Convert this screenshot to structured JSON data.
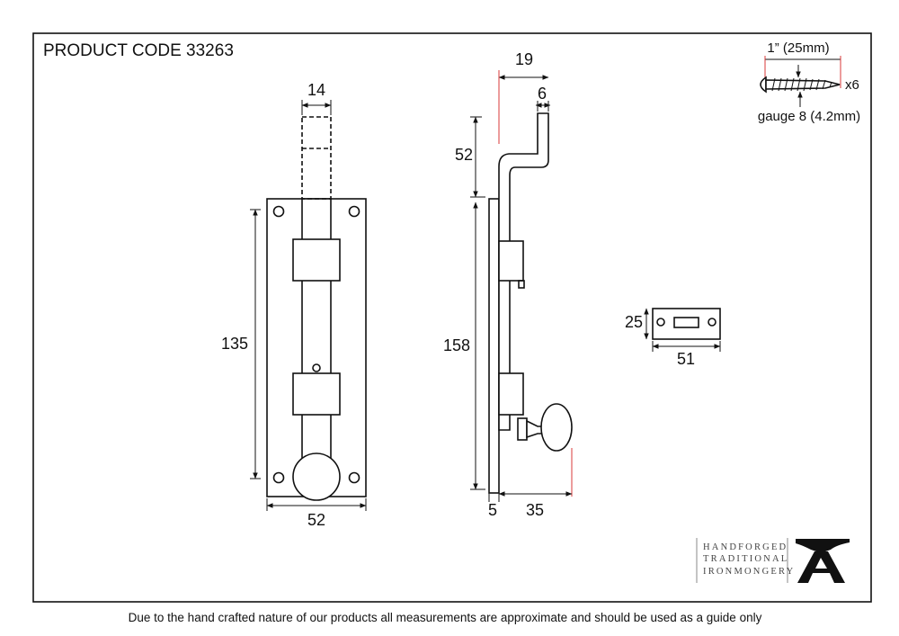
{
  "product_code": "PRODUCT CODE 33263",
  "dimensions": {
    "bolt_width": "14",
    "plate_height": "135",
    "plate_width": "52",
    "side_height": "158",
    "throw_height": "52",
    "depth": "19",
    "bolt_thickness": "6",
    "plate_thickness": "5",
    "knob_projection": "35",
    "keep_height": "25",
    "keep_width": "51"
  },
  "screw": {
    "length": "1” (25mm)",
    "quantity": "x6",
    "gauge": "gauge 8 (4.2mm)"
  },
  "logo": {
    "line1": "HANDFORGED",
    "line2": "TRADITIONAL",
    "line3": "IRONMONGERY",
    "mark": "anvil-a-icon"
  },
  "footer": "Due to the hand crafted nature of our products all measurements are approximate and should be used as a guide only",
  "colors": {
    "line": "#111111",
    "leader": "#d83a3a",
    "logo_text": "#444444"
  }
}
